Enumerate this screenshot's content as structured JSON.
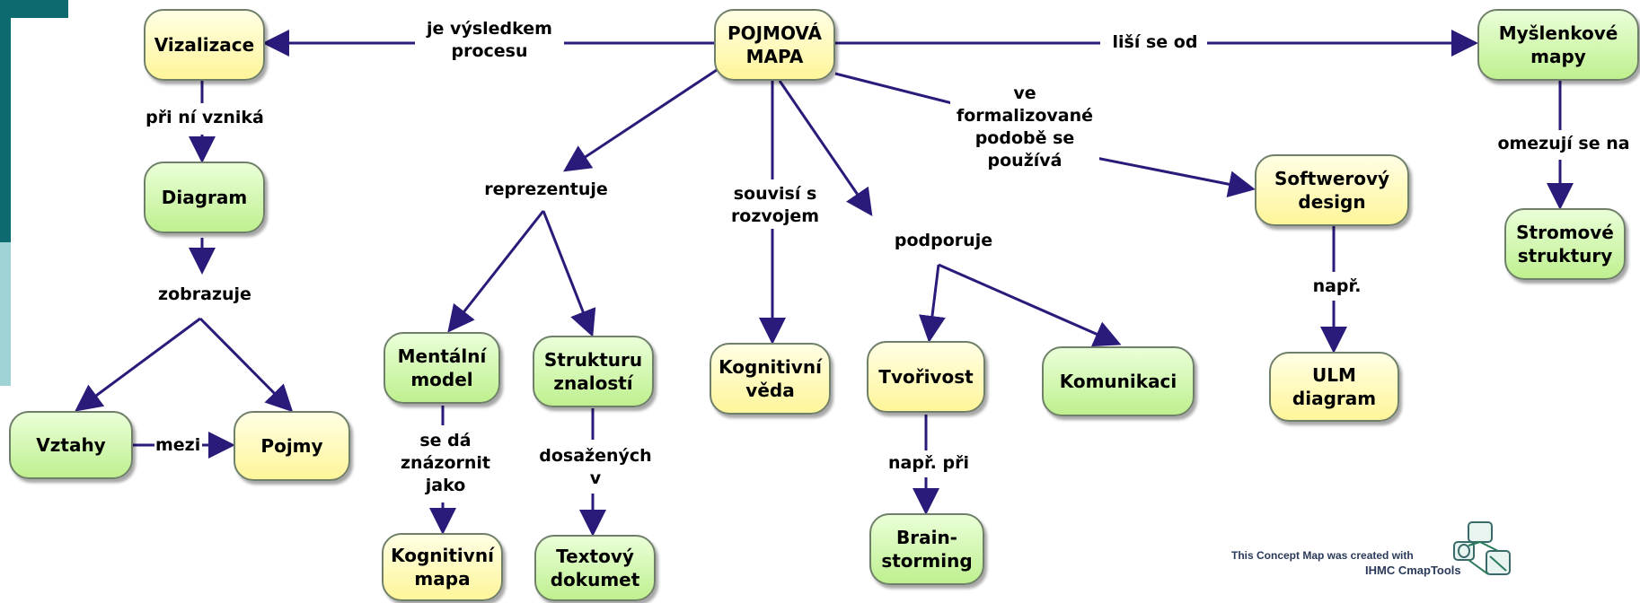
{
  "nodes": {
    "pojmova_mapa": "POJMOVÁ\nMAPA",
    "vizalizace": "Vizalizace",
    "myslenkove_mapy": "Myšlenkové\nmapy",
    "diagram": "Diagram",
    "vztahy": "Vztahy",
    "pojmy": "Pojmy",
    "mentalni_model": "Mentální\nmodel",
    "strukturu_znalosti": "Strukturu\nznalostí",
    "kognitivni_veda": "Kognitivní\nvěda",
    "tvorivost": "Tvořivost",
    "komunikaci": "Komunikaci",
    "softwerovy_design": "Softwerový\ndesign",
    "ulm_diagram": "ULM\ndiagram",
    "stromove_struktury": "Stromové\nstruktury",
    "kognitivni_mapa": "Kognitivní\nmapa",
    "textovy_dokumet": "Textový\ndokumet",
    "brainstorming": "Brain-\nstorming"
  },
  "links": {
    "je_vysledkem_procesu": "je výsledkem\nprocesu",
    "lisi_se_od": "liší se od",
    "pri_ni_vznika": "při ní vzniká",
    "zobrazuje": "zobrazuje",
    "mezi": "mezi",
    "reprezentuje": "reprezentuje",
    "souvisi_s_rozvojem": "souvisí s\nrozvojem",
    "podporuje": "podporuje",
    "ve_formalizovane": "ve\nformalizované\npodobě se\npoužívá",
    "omezuji_se_na": "omezují se na",
    "napr": "např.",
    "napr_pri": "např. při",
    "se_da_znazornit": "se dá\nznázornit\njako",
    "dosazenych_v": "dosažených\nv"
  },
  "credit": {
    "line1": "This Concept Map was created with",
    "line2": "IHMC CmapTools"
  },
  "colors": {
    "edge": "#2a1a7a",
    "yellow_node": "#fff59a",
    "green_node": "#bff08f",
    "sidebar": "#0d6a6e"
  }
}
